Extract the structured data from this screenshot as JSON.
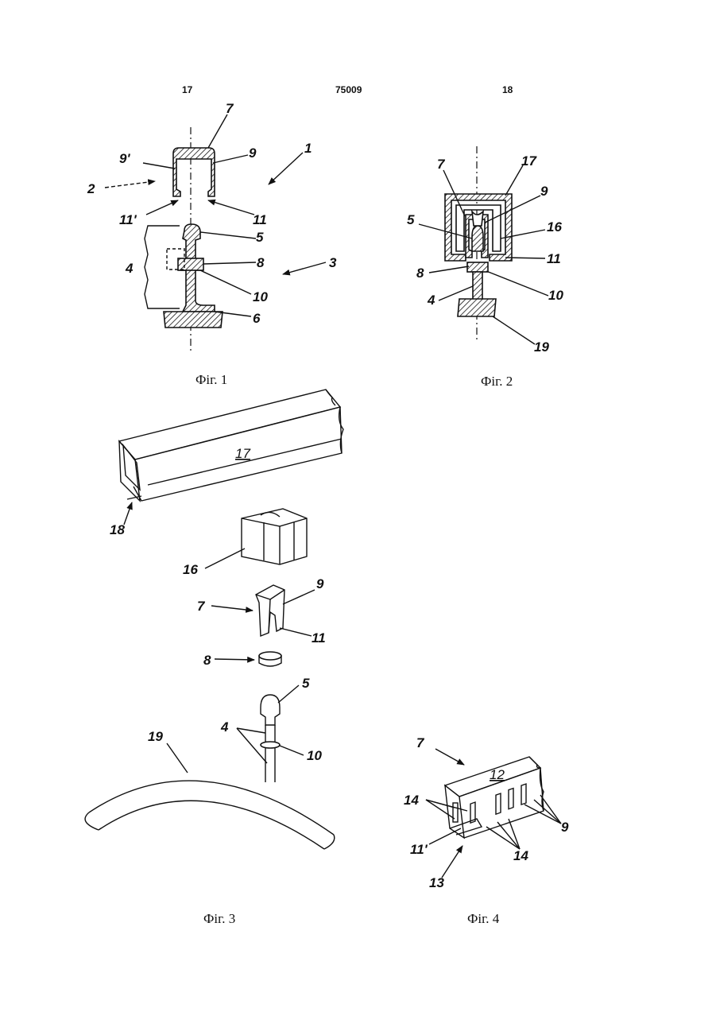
{
  "header": {
    "left_page": "17",
    "patent_number": "75009",
    "right_page": "18"
  },
  "figures": [
    {
      "caption": "Фіг. 1",
      "labels": [
        "7",
        "9'",
        "9",
        "1",
        "2",
        "11'",
        "11",
        "5",
        "4",
        "8",
        "3",
        "10",
        "6"
      ]
    },
    {
      "caption": "Фіг. 2",
      "labels": [
        "7",
        "17",
        "9",
        "5",
        "16",
        "11",
        "8",
        "10",
        "4",
        "19"
      ]
    },
    {
      "caption": "Фіг. 3",
      "labels": [
        "17",
        "18",
        "16",
        "7",
        "9",
        "11",
        "8",
        "5",
        "4",
        "10",
        "19"
      ]
    },
    {
      "caption": "Фіг. 4",
      "labels": [
        "7",
        "12",
        "14",
        "9",
        "11'",
        "14",
        "13"
      ]
    }
  ]
}
